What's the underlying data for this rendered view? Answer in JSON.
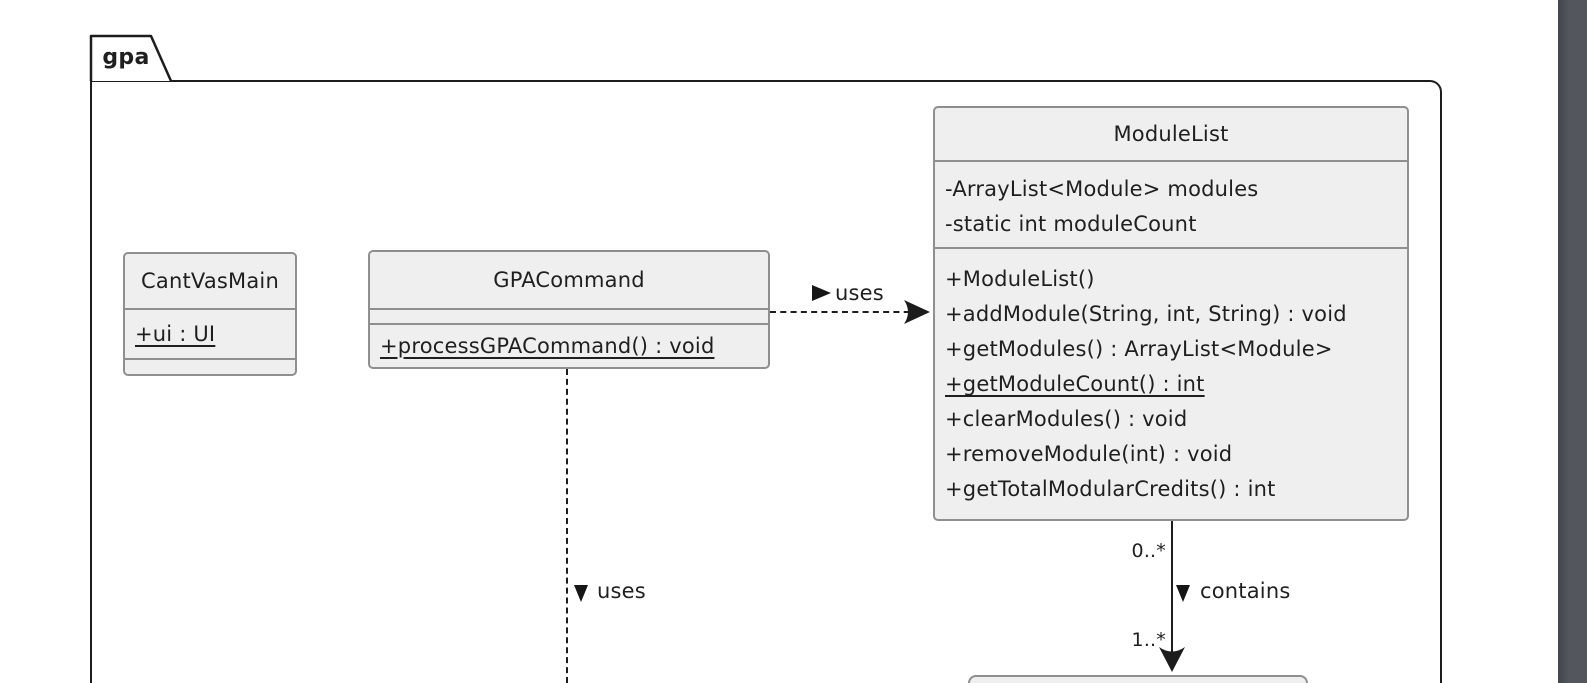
{
  "diagram": {
    "package_name": "gpa",
    "classes": [
      {
        "name": "CantVasMain",
        "attributes": [
          {
            "text": "+ui : UI",
            "underline": true
          }
        ],
        "methods": []
      },
      {
        "name": "GPACommand",
        "attributes": [],
        "methods": [
          {
            "text": "+processGPACommand() : void",
            "underline": true
          }
        ]
      },
      {
        "name": "ModuleList",
        "attributes": [
          {
            "text": "-ArrayList<Module> modules",
            "underline": false
          },
          {
            "text": "-static int moduleCount",
            "underline": false
          }
        ],
        "methods": [
          {
            "text": "+ModuleList()",
            "underline": false
          },
          {
            "text": "+addModule(String, int, String) : void",
            "underline": false
          },
          {
            "text": "+getModules() : ArrayList<Module>",
            "underline": false
          },
          {
            "text": "+getModuleCount() : int",
            "underline": true
          },
          {
            "text": "+clearModules() : void",
            "underline": false
          },
          {
            "text": "+removeModule(int) : void",
            "underline": false
          },
          {
            "text": "+getTotalModularCredits() : int",
            "underline": false
          }
        ]
      }
    ],
    "connectors": {
      "uses_right": {
        "label": "uses",
        "style": "dashed"
      },
      "uses_down": {
        "label": "uses",
        "style": "dashed"
      },
      "contains": {
        "label": "contains",
        "style": "solid",
        "upper_multiplicity": "0..*",
        "lower_multiplicity": "1..*"
      }
    }
  },
  "colors": {
    "background": "#ffffff",
    "class_fill": "#efefef",
    "class_border": "#8f8f8f",
    "package_border": "#1c1c1c",
    "line": "#1c1c1c",
    "text": "#1f1f1f",
    "right_band": "#4b4f55"
  }
}
